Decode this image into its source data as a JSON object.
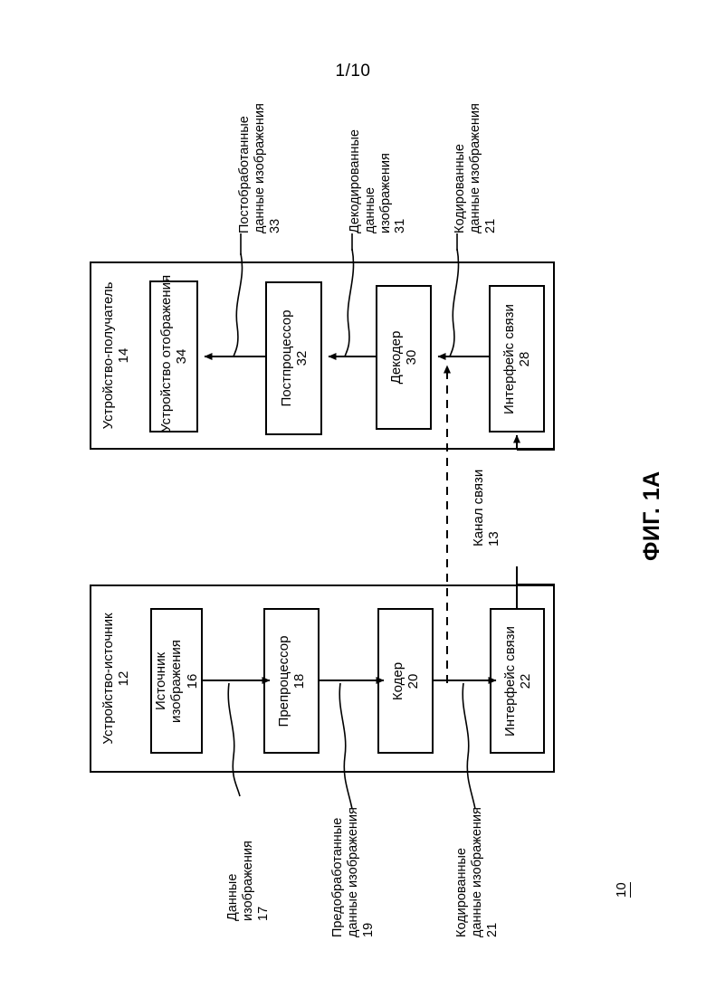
{
  "page": {
    "number": "1/10",
    "figure_caption": "ФИГ. 1А",
    "system_reference": "10"
  },
  "destination_device": {
    "title": "Устройство-получатель",
    "ref": "14",
    "components": [
      {
        "name": "display-device",
        "title": "Устройство отображения",
        "ref": "34"
      },
      {
        "name": "post-processor",
        "title": "Постпроцессор",
        "ref": "32"
      },
      {
        "name": "decoder",
        "title": "Декодер",
        "ref": "30"
      },
      {
        "name": "communication-interface",
        "title": "Интерфейс связи",
        "ref": "28"
      }
    ],
    "callouts": [
      {
        "name": "post-processed-image-data",
        "line1": "Постобработанные",
        "line2": "данные изображения",
        "ref": "33"
      },
      {
        "name": "decoded-image-data",
        "line1": "Декодированные",
        "line2": "данные",
        "line3": "изображения",
        "ref": "31"
      },
      {
        "name": "encoded-image-data",
        "line1": "Кодированные",
        "line2": "данные изображения",
        "ref": "21"
      }
    ]
  },
  "source_device": {
    "title": "Устройство-источник",
    "ref": "12",
    "components": [
      {
        "name": "image-source",
        "title": "Источник\nизображения",
        "ref": "16"
      },
      {
        "name": "pre-processor",
        "title": "Препроцессор",
        "ref": "18"
      },
      {
        "name": "encoder",
        "title": "Кодер",
        "ref": "20"
      },
      {
        "name": "communication-interface",
        "title": "Интерфейс связи",
        "ref": "22"
      }
    ],
    "callouts": [
      {
        "name": "image-data",
        "line1": "Данные",
        "line2": "изображения",
        "ref": "17"
      },
      {
        "name": "pre-processed-image-data",
        "line1": "Предобработанные",
        "line2": "данные изображения",
        "ref": "19"
      },
      {
        "name": "encoded-image-data",
        "line1": "Кодированные",
        "line2": "данные изображения",
        "ref": "21"
      }
    ]
  },
  "communication_channel": {
    "title": "Канал связи",
    "ref": "13"
  }
}
